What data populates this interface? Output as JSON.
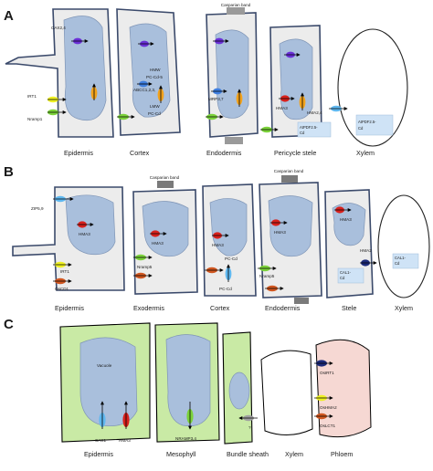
{
  "panels": {
    "A": {
      "letter": "A",
      "casparian": "Casparian band",
      "tissues": [
        "Epidermis",
        "Cortex",
        "Endodermis",
        "Pericycle stele",
        "Xylem"
      ],
      "transporters": {
        "cax": "CAX2,4",
        "irt": "IRT1",
        "nramp": "Nramp1",
        "hmw": "HMW",
        "pccd5": "PC-Cd-5",
        "abcc": "ABCC1,2,3,",
        "lmw": "LMW",
        "pccd": "PC-Cd",
        "mrp": "MRP3,7",
        "hma3": "HMA3",
        "hma24": "HMA2,4",
        "atpdf_left_1": "AtPDF2.5-",
        "atpdf_left_2": "Cd",
        "atpdf_right_1": "AtPDF2.5-",
        "atpdf_right_2": "Cd"
      }
    },
    "B": {
      "letter": "B",
      "casparian_1": "Casparian band",
      "casparian_2": "Casparian band",
      "tissues": [
        "Epidermis",
        "Exodermis",
        "Cortex",
        "Endodermis",
        "Stele",
        "Xylem"
      ],
      "transporters": {
        "zip": "ZIP5,9",
        "hma3_epi": "HMA3",
        "irt": "IRT1",
        "oscd": "OsCD1",
        "hma3_exo": "HMA3",
        "nramp5_exo": "Nramp5",
        "hma3_cor": "HMA3",
        "pccd_top": "PC-Cd",
        "pccd_bot": "PC-Cd",
        "hma3_endo": "HMA3",
        "nramp5_endo": "Nramp5",
        "hma3_stele": "HMA3",
        "hma2": "HMA2",
        "cal_left_1": "CAL1-",
        "cal_left_2": "Cd",
        "cal_right_1": "CAL1-",
        "cal_right_2": "Cd"
      }
    },
    "C": {
      "letter": "C",
      "tissues": [
        "Epidermis",
        "Mesophyll",
        "Bundle sheath",
        "Xylem",
        "Phloem"
      ],
      "transporters": {
        "vacuole": "Vacuole",
        "cax1": "CAX1",
        "hma3": "HMA3",
        "nramp": "NRAMP3,4",
        "question": "?",
        "osirt": "OsIRT1",
        "oshma": "OsHMA2",
        "oslct": "OsLCT1"
      }
    }
  },
  "colors": {
    "cell_wall": "#3b4a6b",
    "vacuole": "#a9bfdc",
    "leaf_cell": "#c9eaa5",
    "phloem": "#f6d8d3",
    "purple": "#6a2fd6",
    "blue": "#3f7fe0",
    "orange": "#f2a21b",
    "yellow": "#eef024",
    "green": "#7bd23a",
    "red": "#d8201c",
    "light_blue": "#5fb8f0",
    "rust": "#d0561f",
    "navy": "#1c2a7a"
  }
}
